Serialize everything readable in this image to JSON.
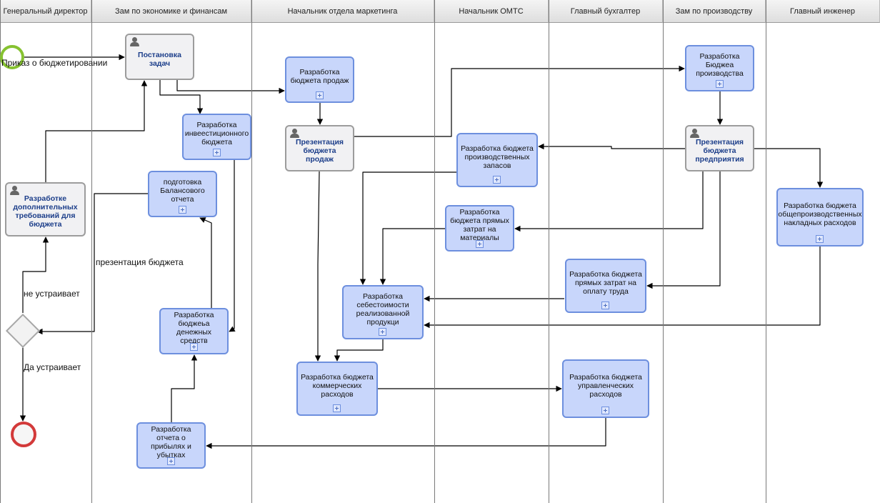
{
  "lanes": [
    "Генеральный директор",
    "Зам по экономике и финансам",
    "Начальник отдела маркетинга",
    "Начальник ОМТС",
    "Главный бухгалтер",
    "Зам по производству",
    "Главный инженер"
  ],
  "tasks": {
    "t1": "Постановка задач",
    "t2": "Разработка бюджета продаж",
    "t3": "Разработка Бюджеа производства",
    "t4": "Разработка инвеестиционного бюджета",
    "t5": "Презентация бюджета продаж",
    "t6": "Разработка бюджета производственных запасов",
    "t7": "Презентация бюджета предприятия",
    "t8": "подготовка Балансового отчета",
    "t9": "Разработке дополнительных требований для бюджета",
    "t10": "Разработка бюджета прямых затрат на материалы",
    "t11": "Разработка бюджета общепроизводственных накладных расходов",
    "t12": "Разработка бюджета прямых затрат на оплату труда",
    "t13": "Разработка себестоимости реализованной продукци",
    "t14": "Разработка бюджеьа денежных средств",
    "t15": "Разработка бюджета коммерческих расходов",
    "t16": "Разработка бюджета управленческих расходов",
    "t17": "Разработка отчета о прибылях и убытках"
  },
  "flow_labels": {
    "start": "Приказ о бюджетировании",
    "presentation": "презентация бюджета",
    "not_ok": "не устраивает",
    "ok": "Да устраивает"
  },
  "colors": {
    "task_fill": "#c8d6fb",
    "task_border": "#6d8fde",
    "user_task_fill": "#f1f1f3",
    "user_task_text": "#1c3e8a",
    "start_event": "#86c231",
    "end_event": "#d33a3a",
    "connector": "#000000"
  }
}
